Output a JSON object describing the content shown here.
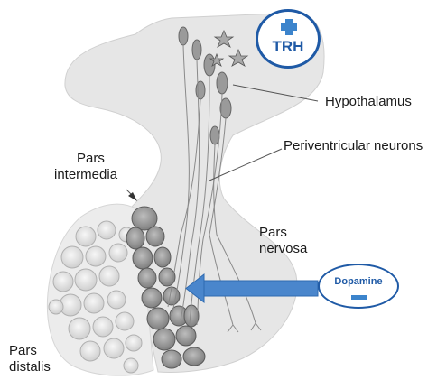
{
  "labels": {
    "hypothalamus": "Hypothalamus",
    "periventricular": "Periventricular neurons",
    "pars_intermedia": [
      "Pars",
      "intermedia"
    ],
    "pars_nervosa": [
      "Pars",
      "nervosa"
    ],
    "pars_distalis": [
      "Pars",
      "distalis"
    ]
  },
  "badges": {
    "trh": {
      "text": "TRH",
      "sign": "+"
    },
    "dopamine": {
      "text": "Dopamine",
      "sign": "−"
    }
  },
  "colors": {
    "accent_blue": "#1f5aa6",
    "sign_blue": "#3c84cc",
    "arrow_fill": "#4a86cc",
    "tissue": "#e6e6e6",
    "cell_dark": "#8f8f8f"
  }
}
